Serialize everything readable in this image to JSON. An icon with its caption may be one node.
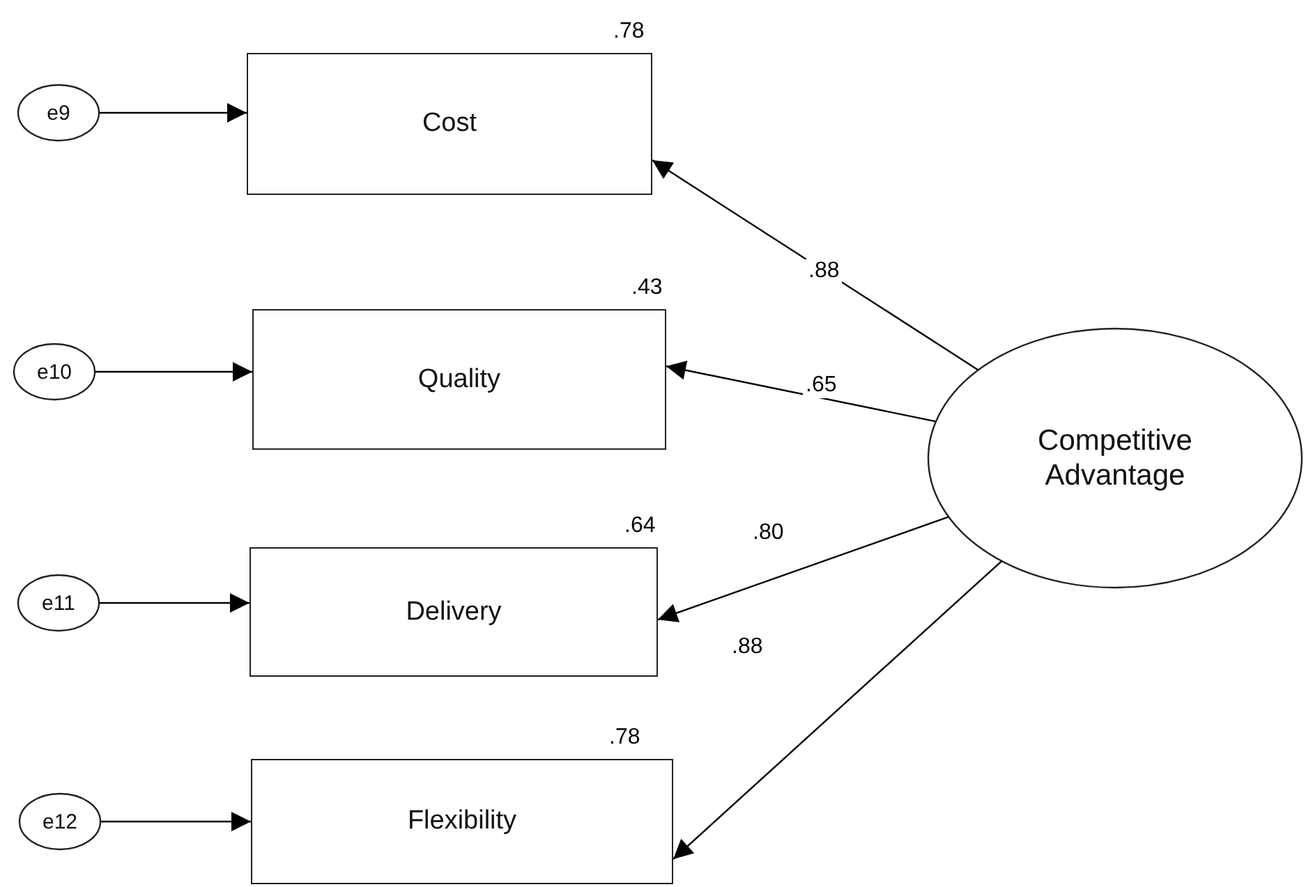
{
  "diagram": {
    "nodes": [
      {
        "text": [
          "e9"
        ]
      },
      {
        "text": [
          "Cost"
        ],
        "beside": [
          ".78"
        ]
      },
      {
        "text": [
          "e10"
        ]
      },
      {
        "text": [
          "Quality"
        ],
        "beside": [
          ".43"
        ]
      },
      {
        "text": [
          "e11"
        ]
      },
      {
        "text": [
          "Delivery"
        ],
        "beside": [
          ".64"
        ]
      },
      {
        "text": [
          "e12"
        ]
      },
      {
        "text": [
          "Flexibility"
        ],
        "beside": [
          ".78"
        ]
      },
      {
        "text": [
          "Competitive Advantage"
        ]
      }
    ],
    "edges": [
      {
        "from": 0,
        "to": 1,
        "arrow": "to"
      },
      {
        "from": 2,
        "to": 3,
        "arrow": "to"
      },
      {
        "from": 4,
        "to": 5,
        "arrow": "to"
      },
      {
        "from": 6,
        "to": 7,
        "arrow": "to"
      },
      {
        "from": 8,
        "to": 1,
        "arrow": "to",
        "label": ".88"
      },
      {
        "from": 8,
        "to": 3,
        "arrow": "to",
        "label": ".65"
      },
      {
        "from": 8,
        "to": 5,
        "arrow": "to",
        "label": ".80"
      },
      {
        "from": 8,
        "to": 7,
        "arrow": "to",
        "label": ".88"
      }
    ]
  }
}
